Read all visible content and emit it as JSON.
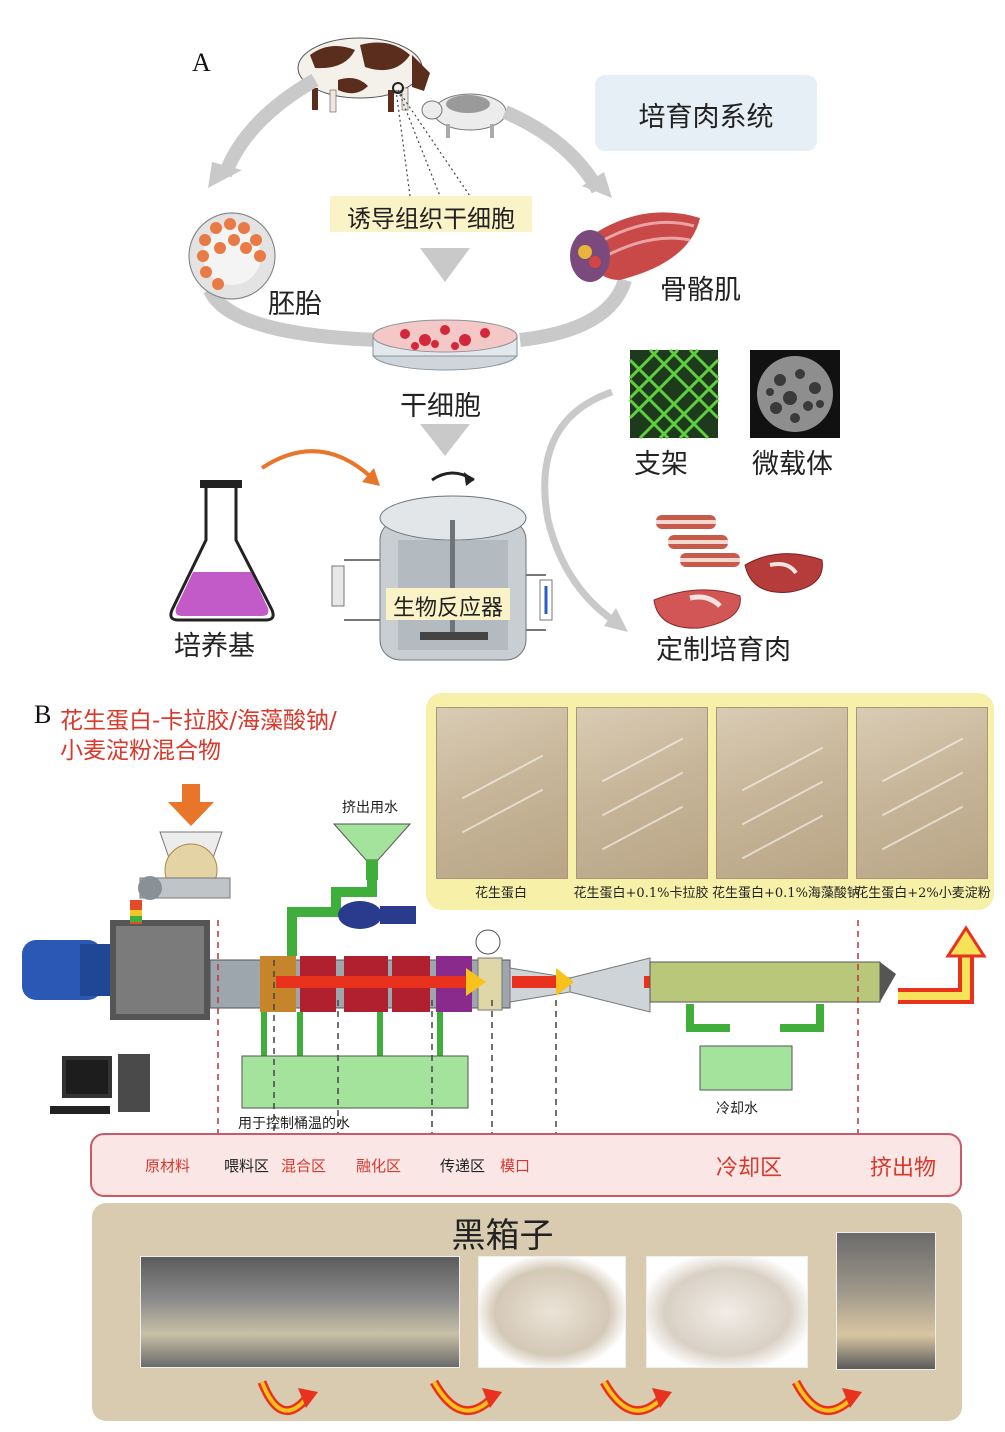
{
  "panel_a": {
    "letter": "A",
    "system_title": "培育肉系统",
    "induced_cells": "诱导组织干细胞",
    "embryo": "胚胎",
    "skeletal_muscle": "骨骼肌",
    "stem_cells": "干细胞",
    "scaffold": "支架",
    "microcarrier": "微载体",
    "medium": "培养基",
    "bioreactor": "生物反应器",
    "custom_meat": "定制培育肉"
  },
  "panel_b": {
    "letter": "B",
    "mixture_line1": "花生蛋白-卡拉胶/海藻酸钠/",
    "mixture_line2": "小麦淀粉混合物",
    "extrusion_water": "挤出用水",
    "barrel_water": "用于控制桶温的水",
    "cooling_water": "冷却水",
    "photos": [
      {
        "caption": "花生蛋白"
      },
      {
        "caption": "花生蛋白+0.1%卡拉胶"
      },
      {
        "caption": "花生蛋白+0.1%海藻酸钠"
      },
      {
        "caption": "花生蛋白+2%小麦淀粉"
      }
    ],
    "zones": {
      "raw": "原材料",
      "feed": "喂料区",
      "mixing": "混合区",
      "melting": "融化区",
      "transfer": "传递区",
      "die": "模口",
      "cooling": "冷却区",
      "extrudate": "挤出物"
    },
    "black_box": "黑箱子"
  },
  "colors": {
    "red_label": "#d9382b",
    "green_pipe": "#3fae3a",
    "arrow_red": "#e8321e",
    "arrow_yellow": "#f6c21b",
    "zone_border": "#c95a66"
  }
}
